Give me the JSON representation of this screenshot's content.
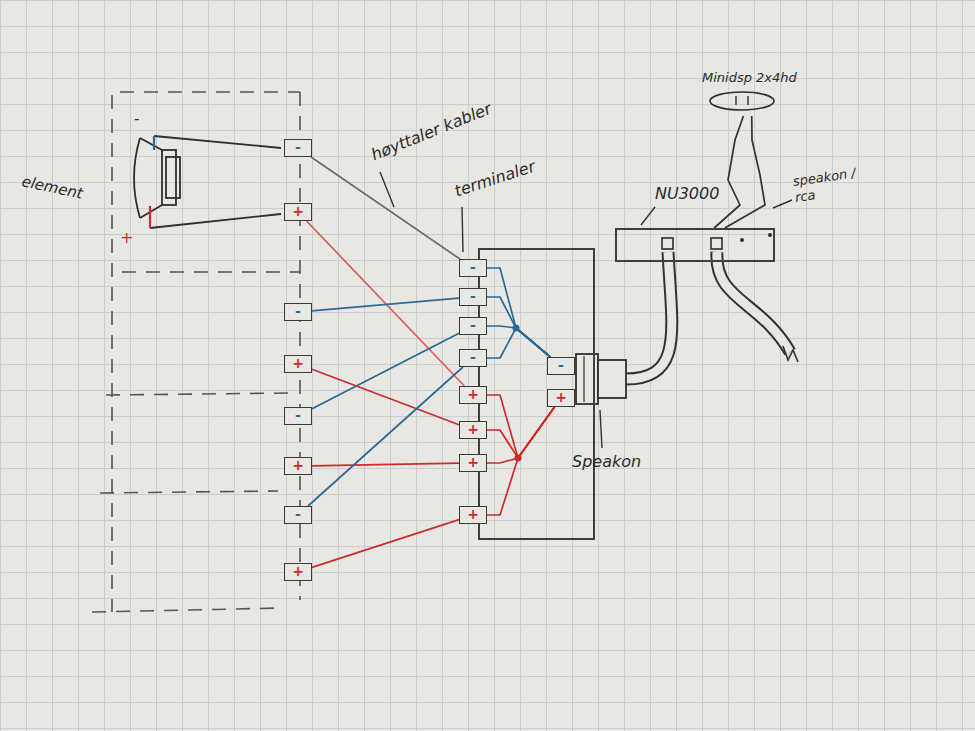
{
  "diagram": {
    "nodes": [
      {
        "text": [
          "-"
        ]
      },
      {
        "text": [
          "+"
        ]
      },
      {
        "text": [
          "Minidsp 2x4hd"
        ]
      },
      {
        "text": [
          "NU3000"
        ]
      },
      {
        "text": [
          "terminaler"
        ]
      },
      {
        "text": [
          "-"
        ],
        "in": 4
      },
      {
        "text": [
          "-"
        ],
        "in": 4
      },
      {
        "text": [
          "-"
        ],
        "in": 4
      },
      {
        "text": [
          "-"
        ],
        "in": 4
      },
      {
        "text": [
          "+"
        ],
        "in": 4
      },
      {
        "text": [
          "+"
        ],
        "in": 4
      },
      {
        "text": [
          "+"
        ],
        "in": 4
      },
      {
        "text": [
          "+"
        ],
        "in": 4
      },
      {
        "text": [
          "-"
        ]
      },
      {
        "text": [
          "+"
        ]
      },
      {
        "text": [
          "-"
        ]
      },
      {
        "text": [
          "+"
        ]
      },
      {
        "text": [
          "-"
        ]
      },
      {
        "text": [
          "+"
        ]
      },
      {
        "text": [
          "-"
        ],
        "in": 4
      },
      {
        "text": [
          "+"
        ],
        "in": 4
      }
    ],
    "edges": [
      {
        "from": 0,
        "to": 5,
        "arrow": "none"
      },
      {
        "from": 1,
        "to": 9,
        "arrow": "none"
      },
      {
        "from": 13,
        "to": 6,
        "arrow": "none"
      },
      {
        "from": 14,
        "to": 10,
        "arrow": "none"
      },
      {
        "from": 15,
        "to": 7,
        "arrow": "none"
      },
      {
        "from": 16,
        "to": 11,
        "arrow": "none"
      },
      {
        "from": 17,
        "to": 8,
        "arrow": "none"
      },
      {
        "from": 18,
        "to": 12,
        "arrow": "none"
      },
      {
        "from": 5,
        "to": 19,
        "arrow": "none"
      },
      {
        "from": 6,
        "to": 19,
        "arrow": "none"
      },
      {
        "from": 7,
        "to": 19,
        "arrow": "none"
      },
      {
        "from": 8,
        "to": 19,
        "arrow": "none"
      },
      {
        "from": 9,
        "to": 20,
        "arrow": "none"
      },
      {
        "from": 10,
        "to": 20,
        "arrow": "none"
      },
      {
        "from": 11,
        "to": 20,
        "arrow": "none"
      },
      {
        "from": 12,
        "to": 20,
        "arrow": "none"
      },
      {
        "from": 2,
        "to": 3,
        "arrow": "none"
      },
      {
        "from": 2,
        "to": 3,
        "arrow": "none"
      }
    ],
    "labels": [
      "-",
      "+",
      "element",
      "høyttaler kabler",
      "speakon / rca",
      "Speakon"
    ]
  }
}
